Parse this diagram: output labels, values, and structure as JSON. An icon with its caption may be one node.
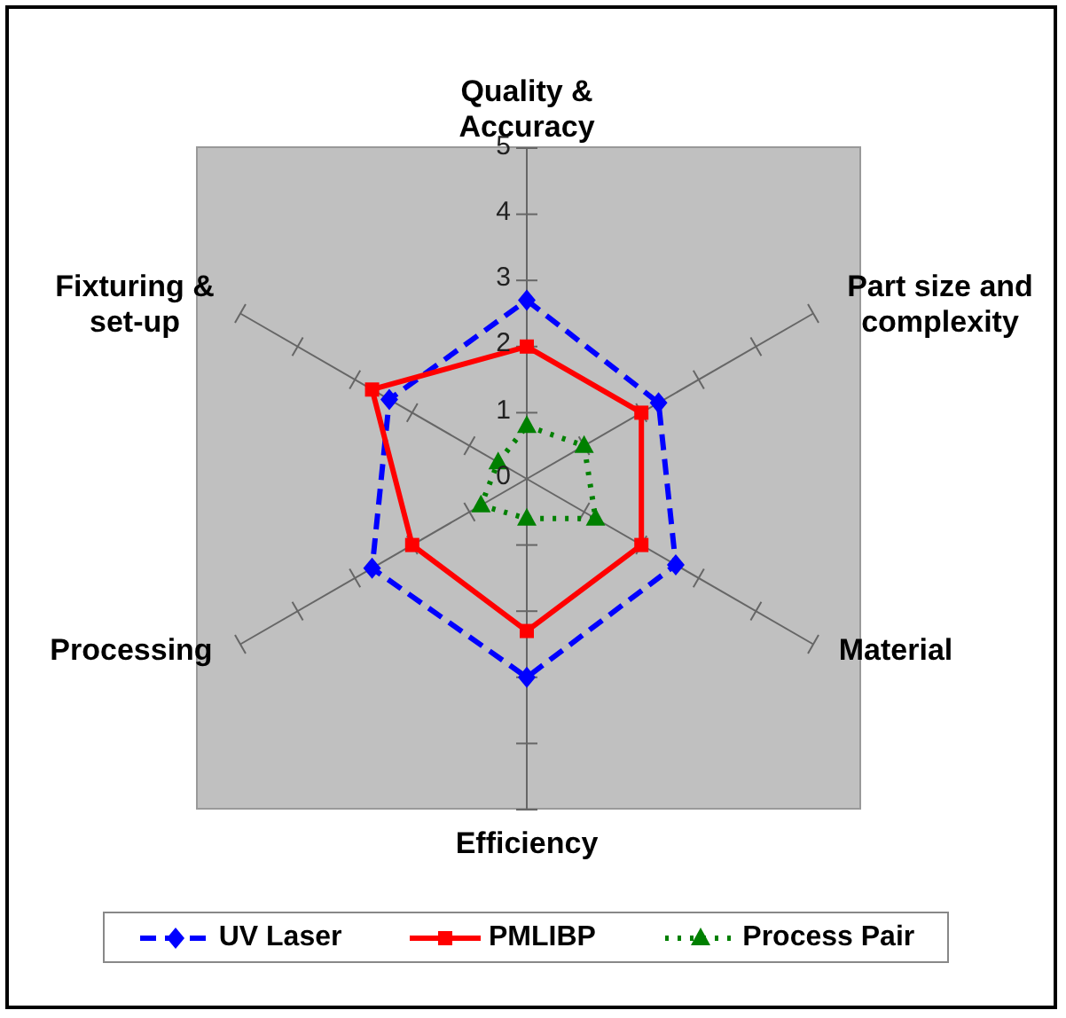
{
  "diagram": {
    "labels": [
      "Quality & Accuracy",
      "5",
      "4",
      "3",
      "Fixturing & set-up",
      "Part size and complexity",
      "2",
      "1",
      "0",
      "Processing",
      "Material",
      "Efficiency"
    ],
    "legend": [
      {
        "text": "UV Laser"
      },
      {
        "text": "PMLIBP"
      },
      {
        "text": "Process Pair"
      }
    ]
  }
}
